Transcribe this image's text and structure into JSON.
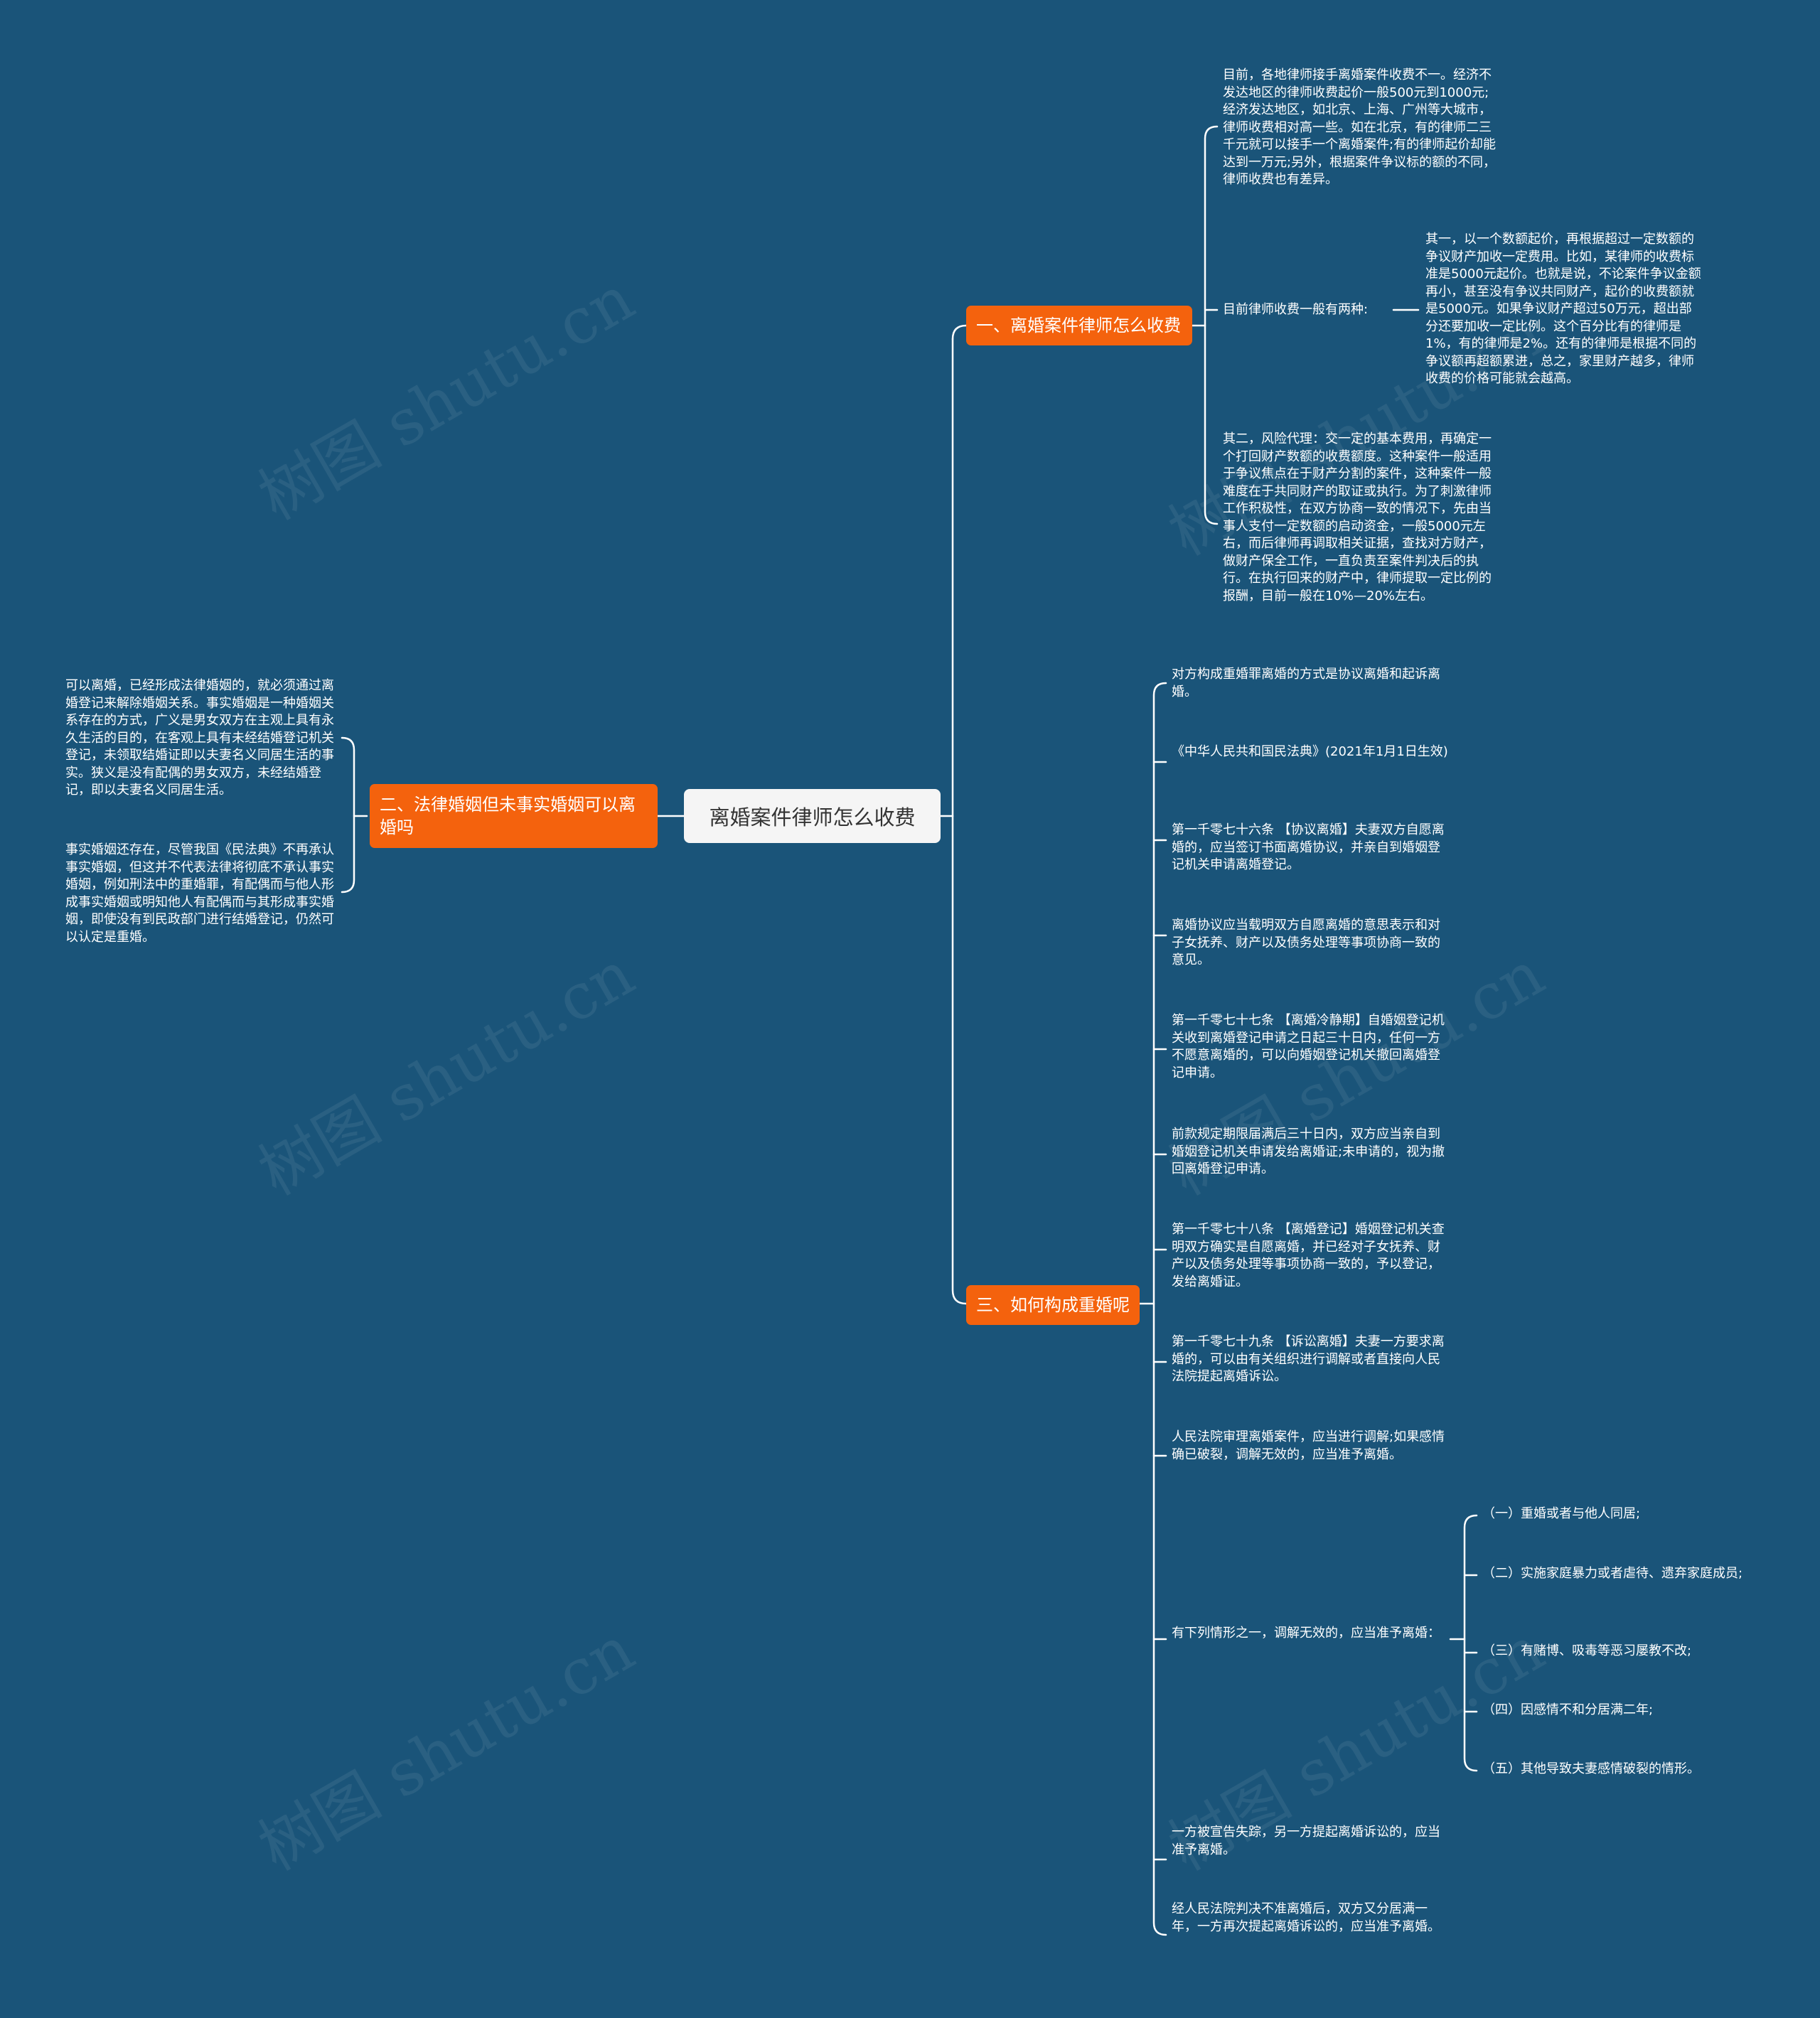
{
  "root": {
    "label": "离婚案件律师怎么收费"
  },
  "branches": {
    "b1": {
      "label": "一、离婚案件律师怎么收费",
      "intro": "目前，各地律师接手离婚案件收费不一。经济不发达地区的律师收费起价一般500元到1000元;经济发达地区，如北京、上海、广州等大城市，律师收费相对高一些。如在北京，有的律师二三千元就可以接手一个离婚案件;有的律师起价却能达到一万元;另外，根据案件争议标的额的不同，律师收费也有差异。",
      "two_kinds": "目前律师收费一般有两种:",
      "kind1": "其一，以一个数额起价，再根据超过一定数额的争议财产加收一定费用。比如，某律师的收费标准是5000元起价。也就是说，不论案件争议金额再小，甚至没有争议共同财产，起价的收费额就是5000元。如果争议财产超过50万元，超出部分还要加收一定比例。这个百分比有的律师是1%，有的律师是2%。还有的律师是根据不同的争议额再超额累进，总之，家里财产越多，律师收费的价格可能就会越高。",
      "kind2": "其二，风险代理：交一定的基本费用，再确定一个打回财产数额的收费额度。这种案件一般适用于争议焦点在于财产分割的案件，这种案件一般难度在于共同财产的取证或执行。为了刺激律师工作积极性，在双方协商一致的情况下，先由当事人支付一定数额的启动资金，一般5000元左右，而后律师再调取相关证据，查找对方财产，做财产保全工作，一直负责至案件判决后的执行。在执行回来的财产中，律师提取一定比例的报酬，目前一般在10%—20%左右。"
    },
    "b2": {
      "label": "二、法律婚姻但未事实婚姻可以离婚吗",
      "leaf1": "可以离婚，已经形成法律婚姻的，就必须通过离婚登记来解除婚姻关系。事实婚姻是一种婚姻关系存在的方式，广义是男女双方在主观上具有永久生活的目的，在客观上具有未经结婚登记机关登记，未领取结婚证即以夫妻名义同居生活的事实。狭义是没有配偶的男女双方，未经结婚登记，即以夫妻名义同居生活。",
      "leaf2": "事实婚姻还存在，尽管我国《民法典》不再承认事实婚姻，但这并不代表法律将彻底不承认事实婚姻，例如刑法中的重婚罪，有配偶而与他人形成事实婚姻或明知他人有配偶而与其形成事实婚姻，即使没有到民政部门进行结婚登记，仍然可以认定是重婚。"
    },
    "b3": {
      "label": "三、如何构成重婚呢",
      "items": [
        "对方构成重婚罪离婚的方式是协议离婚和起诉离婚。",
        "《中华人民共和国民法典》(2021年1月1日生效)",
        "第一千零七十六条 【协议离婚】夫妻双方自愿离婚的，应当签订书面离婚协议，并亲自到婚姻登记机关申请离婚登记。",
        "离婚协议应当载明双方自愿离婚的意思表示和对子女抚养、财产以及债务处理等事项协商一致的意见。",
        "第一千零七十七条 【离婚冷静期】自婚姻登记机关收到离婚登记申请之日起三十日内，任何一方不愿意离婚的，可以向婚姻登记机关撤回离婚登记申请。",
        "前款规定期限届满后三十日内，双方应当亲自到婚姻登记机关申请发给离婚证;未申请的，视为撤回离婚登记申请。",
        "第一千零七十八条 【离婚登记】婚姻登记机关查明双方确实是自愿离婚，并已经对子女抚养、财产以及债务处理等事项协商一致的，予以登记，发给离婚证。",
        "第一千零七十九条 【诉讼离婚】夫妻一方要求离婚的，可以由有关组织进行调解或者直接向人民法院提起离婚诉讼。",
        "人民法院审理离婚案件，应当进行调解;如果感情确已破裂，调解无效的，应当准予离婚。",
        "有下列情形之一，调解无效的，应当准予离婚：",
        "一方被宣告失踪，另一方提起离婚诉讼的，应当准予离婚。",
        "经人民法院判决不准离婚后，双方又分居满一年，一方再次提起离婚诉讼的，应当准予离婚。"
      ],
      "cases": [
        "（一）重婚或者与他人同居;",
        "（二）实施家庭暴力或者虐待、遗弃家庭成员;",
        "（三）有赌博、吸毒等恶习屡教不改;",
        "（四）因感情不和分居满二年;",
        "（五）其他导致夫妻感情破裂的情形。"
      ]
    }
  },
  "watermark": "树图 shutu.cn",
  "colors": {
    "background": "#1a5479",
    "branch": "#f4620d",
    "root": "#f5f5f5",
    "line": "#ffffff"
  }
}
